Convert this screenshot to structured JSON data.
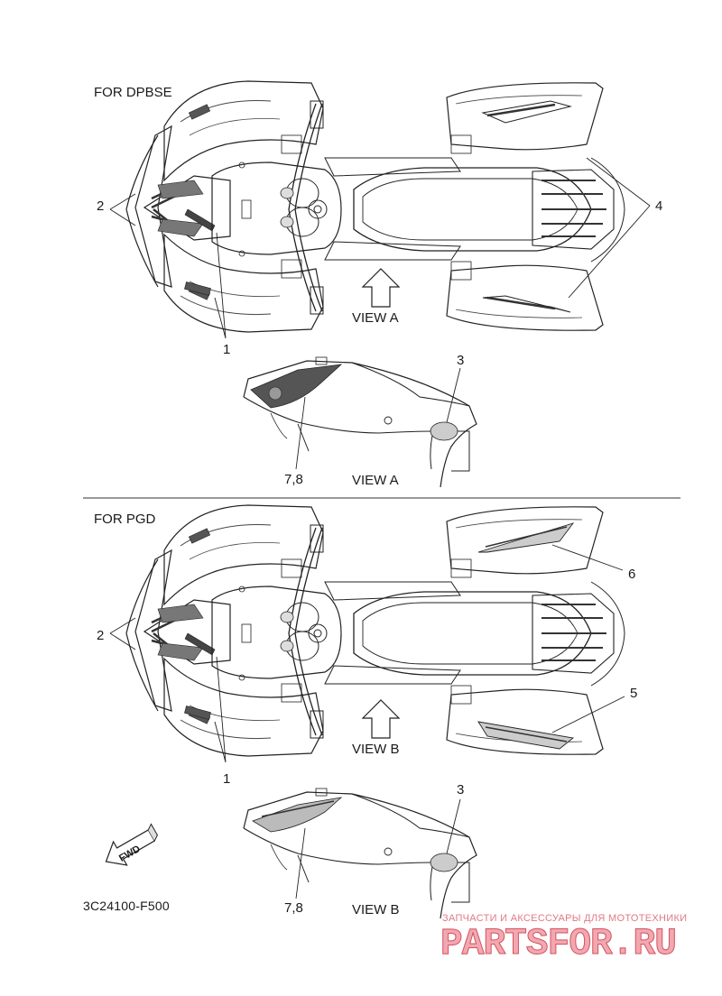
{
  "sections": [
    {
      "title": "FOR DPBSE",
      "top_view_label": "VIEW A",
      "side_view_label": "VIEW A",
      "callouts": {
        "front": "2",
        "bottom": "1",
        "rear": "4",
        "side_right": "3",
        "side_bottom": "7,8"
      }
    },
    {
      "title": "FOR PGD",
      "top_view_label": "VIEW B",
      "side_view_label": "VIEW B",
      "callouts": {
        "front": "2",
        "bottom": "1",
        "rear_upper": "6",
        "rear_lower": "5",
        "side_right": "3",
        "side_bottom": "7,8"
      }
    }
  ],
  "fwd_label": "FWD",
  "diagram_code": "3C24100-F500",
  "watermark": {
    "caption": "ЗАПЧАСТИ И АКСЕССУАРЫ ДЛЯ МОТОТЕХНИКИ",
    "brand": "PARTSFOR.RU",
    "color": "#e07a83"
  }
}
